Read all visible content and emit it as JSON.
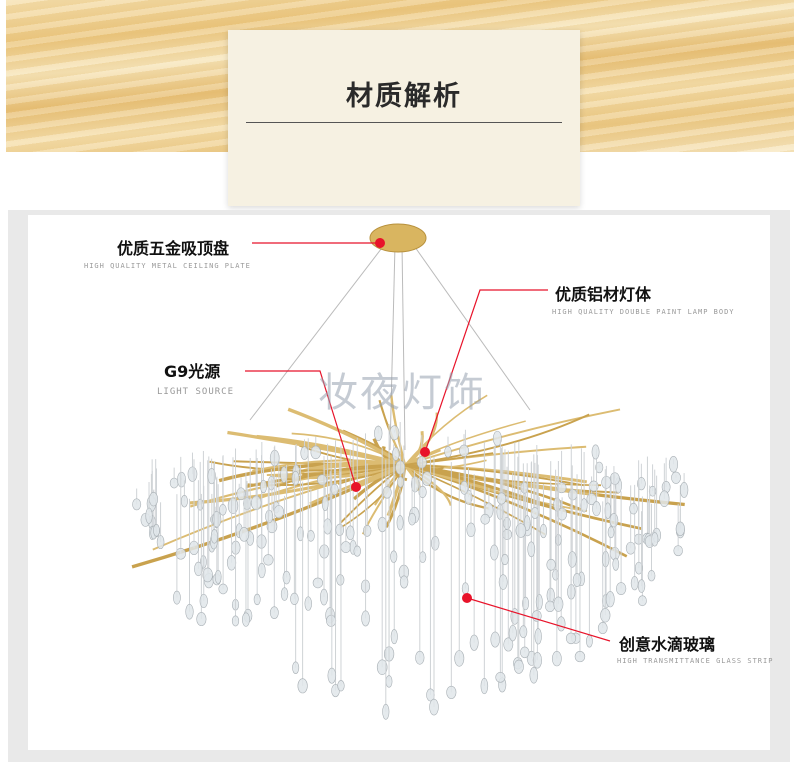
{
  "title": "材质解析",
  "watermark": "妆夜灯饰",
  "colors": {
    "accent": "#e8132a",
    "gold": "#c9a24e"
  },
  "callouts": [
    {
      "label": "优质五金吸顶盘",
      "sub": "HIGH QUALITY METAL CEILING PLATE"
    },
    {
      "label": "优质铝材灯体",
      "sub": "HIGH QUALITY DOUBLE PAINT LAMP BODY"
    },
    {
      "label": "G9光源",
      "sub": "LIGHT SOURCE"
    },
    {
      "label": "创意水滴玻璃",
      "sub": "HIGH TRANSMITTANCE GLASS STRIP"
    }
  ]
}
